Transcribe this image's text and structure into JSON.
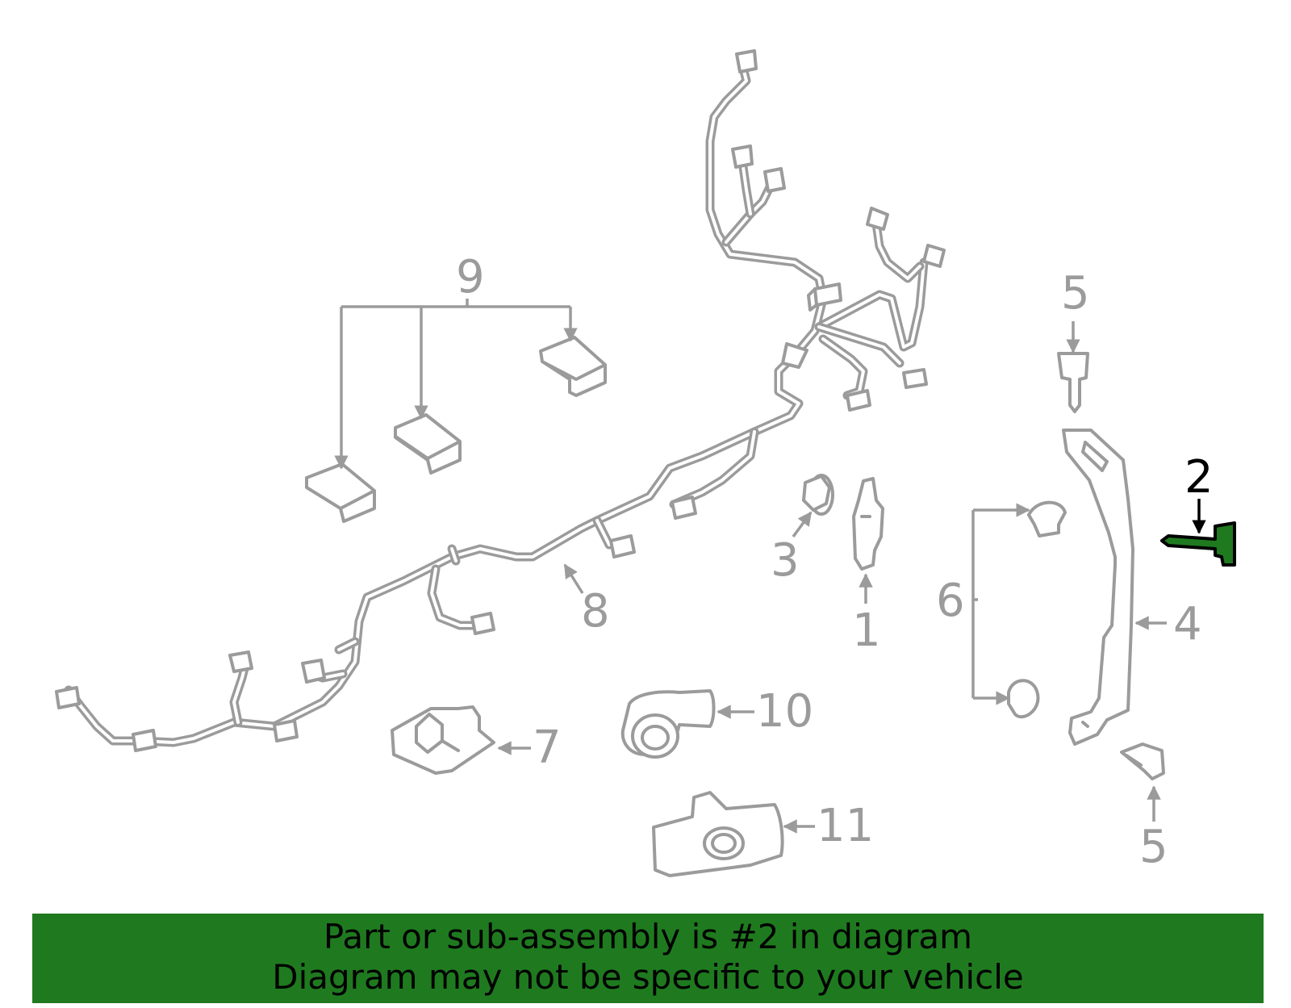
{
  "callouts": {
    "c1": "1",
    "c2": "2",
    "c3": "3",
    "c4": "4",
    "c5a": "5",
    "c5b": "5",
    "c6": "6",
    "c7": "7",
    "c8": "8",
    "c9": "9",
    "c10": "10",
    "c11": "11"
  },
  "highlighted_part": "2",
  "colors": {
    "highlight": "#1f7a1f",
    "parts": "#9b9b9b",
    "highlight_text": "#000000"
  },
  "banner": {
    "line1": "Part or sub-assembly is #2 in diagram",
    "line2": "Diagram may not be specific to your vehicle"
  }
}
